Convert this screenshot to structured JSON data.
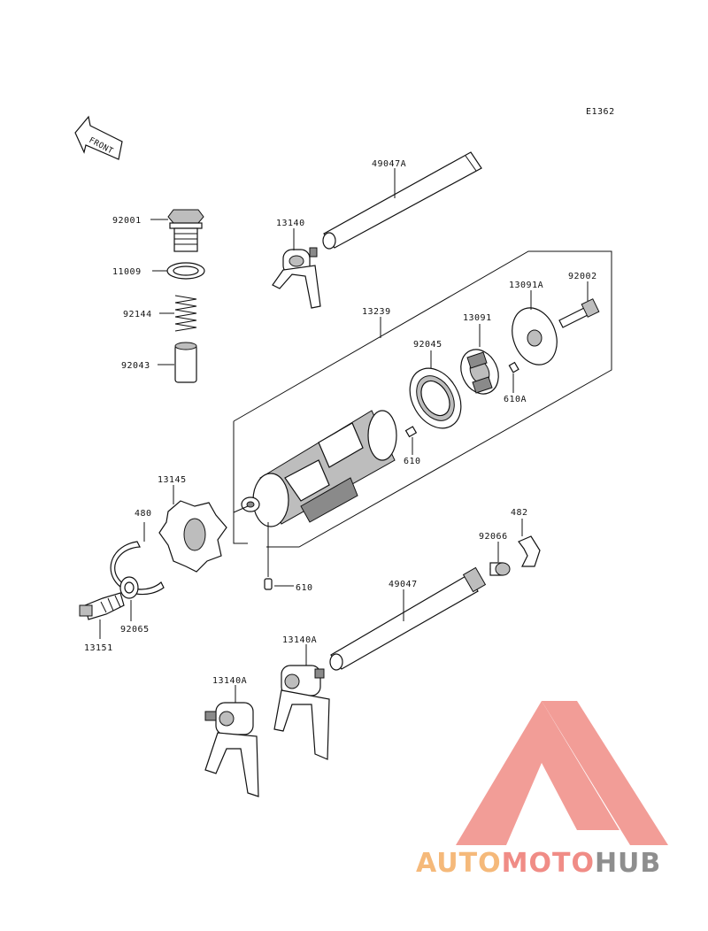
{
  "diagram": {
    "code": "E1362",
    "front_label": "FRONT",
    "parts": [
      {
        "id": "p-92001",
        "label": "92001"
      },
      {
        "id": "p-11009",
        "label": "11009"
      },
      {
        "id": "p-92144",
        "label": "92144"
      },
      {
        "id": "p-92043",
        "label": "92043"
      },
      {
        "id": "p-13140-top",
        "label": "13140"
      },
      {
        "id": "p-49047a",
        "label": "49047A"
      },
      {
        "id": "p-13239",
        "label": "13239"
      },
      {
        "id": "p-92045",
        "label": "92045"
      },
      {
        "id": "p-13091",
        "label": "13091"
      },
      {
        "id": "p-13091a",
        "label": "13091A"
      },
      {
        "id": "p-92002",
        "label": "92002"
      },
      {
        "id": "p-610a",
        "label": "610A"
      },
      {
        "id": "p-610-mid",
        "label": "610"
      },
      {
        "id": "p-13145",
        "label": "13145"
      },
      {
        "id": "p-480",
        "label": "480"
      },
      {
        "id": "p-610-low",
        "label": "610"
      },
      {
        "id": "p-482",
        "label": "482"
      },
      {
        "id": "p-92066",
        "label": "92066"
      },
      {
        "id": "p-49047",
        "label": "49047"
      },
      {
        "id": "p-13151",
        "label": "13151"
      },
      {
        "id": "p-92065",
        "label": "92065"
      },
      {
        "id": "p-13140a-right",
        "label": "13140A"
      },
      {
        "id": "p-13140a-left",
        "label": "13140A"
      }
    ]
  },
  "watermark": {
    "part1": "AUTO",
    "part2": "MOTO",
    "part3": "HUB",
    "color1": "#f5b97a",
    "color2": "#f08c86",
    "color3": "#8e8e8e"
  }
}
